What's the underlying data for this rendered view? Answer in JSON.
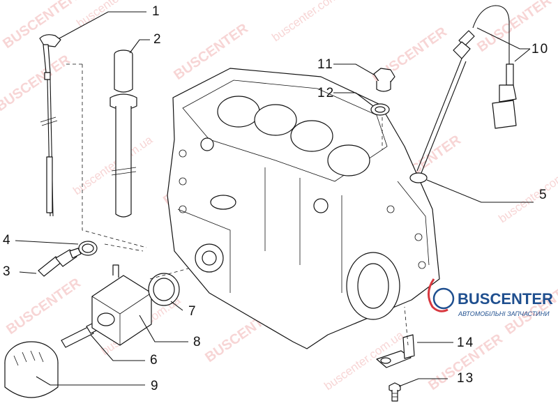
{
  "diagram": {
    "callouts": [
      {
        "id": "1",
        "label": "1"
      },
      {
        "id": "2",
        "label": "2"
      },
      {
        "id": "3",
        "label": "3"
      },
      {
        "id": "4",
        "label": "4"
      },
      {
        "id": "5",
        "label": "5"
      },
      {
        "id": "6",
        "label": "6"
      },
      {
        "id": "7",
        "label": "7"
      },
      {
        "id": "8",
        "label": "8"
      },
      {
        "id": "9",
        "label": "9"
      },
      {
        "id": "10",
        "label": "10"
      },
      {
        "id": "11",
        "label": "11"
      },
      {
        "id": "12",
        "label": "12"
      },
      {
        "id": "13",
        "label": "13"
      },
      {
        "id": "14",
        "label": "14"
      }
    ]
  },
  "watermark": {
    "brand": "BUSCENTER",
    "domain": "buscenter.com.ua"
  },
  "logo": {
    "name": "BUSCENTER",
    "tagline": "АВТОМОБІЛЬНІ ЗАПЧАСТИНИ",
    "accent_color": "#1f4f8f",
    "mark_color": "#d8383f"
  }
}
